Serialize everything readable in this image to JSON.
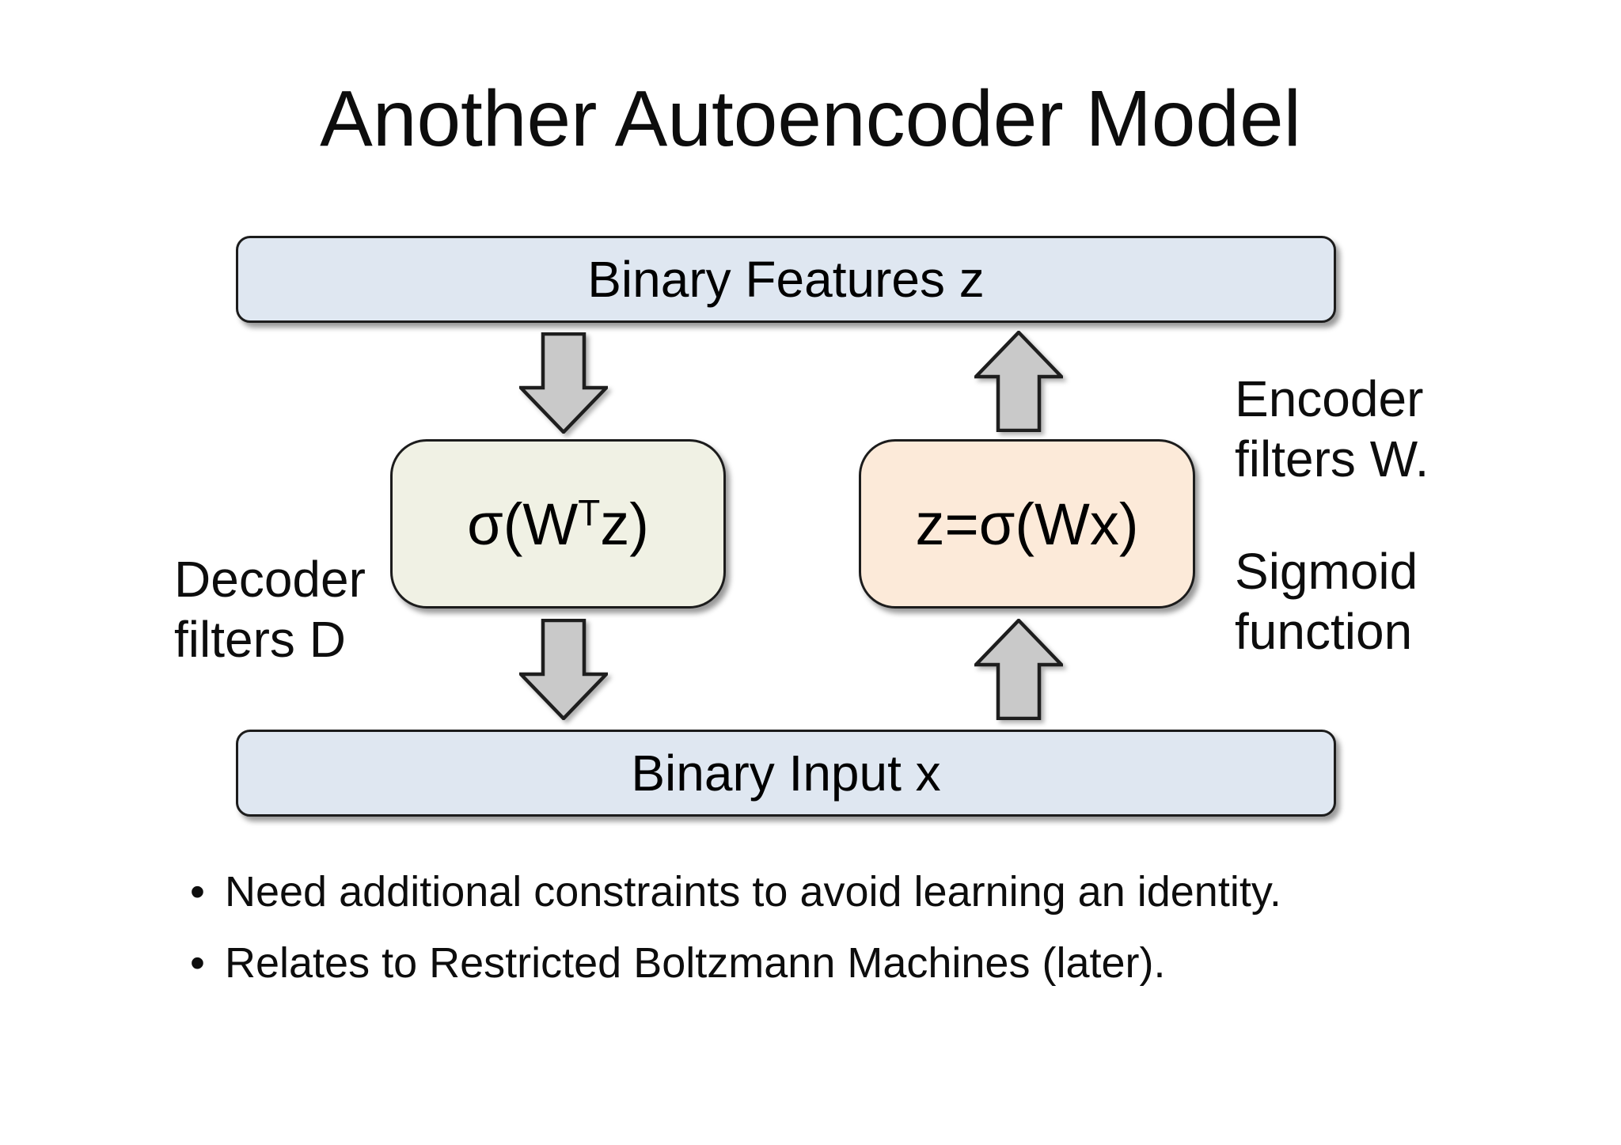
{
  "slide": {
    "title": "Another Autoencoder Model",
    "colors": {
      "background": "#ffffff",
      "feature_box_bg": "#dfe7f1",
      "input_box_bg": "#dfe7f1",
      "decoder_box_bg": "#f0f1e4",
      "encoder_box_bg": "#fcead9",
      "arrow_fill": "#c9c9c9",
      "arrow_stroke": "#1e1e1e",
      "box_border": "#1c1c1c",
      "text": "#0d0d0d"
    },
    "diagram": {
      "feature_box_label": "Binary Features z",
      "input_box_label": "Binary Input x",
      "decoder_formula": {
        "prefix": "σ(W",
        "sup": "T",
        "suffix": "z)"
      },
      "encoder_formula": "z=σ(Wx)",
      "decoder_label_line1": "Decoder",
      "decoder_label_line2": "filters D",
      "encoder_label_line1": "Encoder",
      "encoder_label_line2": "filters W.",
      "sigmoid_label_line1": "Sigmoid",
      "sigmoid_label_line2": "function"
    },
    "bullets": [
      "Need additional constraints to avoid learning an identity.",
      "Relates to Restricted Boltzmann Machines (later)."
    ]
  }
}
